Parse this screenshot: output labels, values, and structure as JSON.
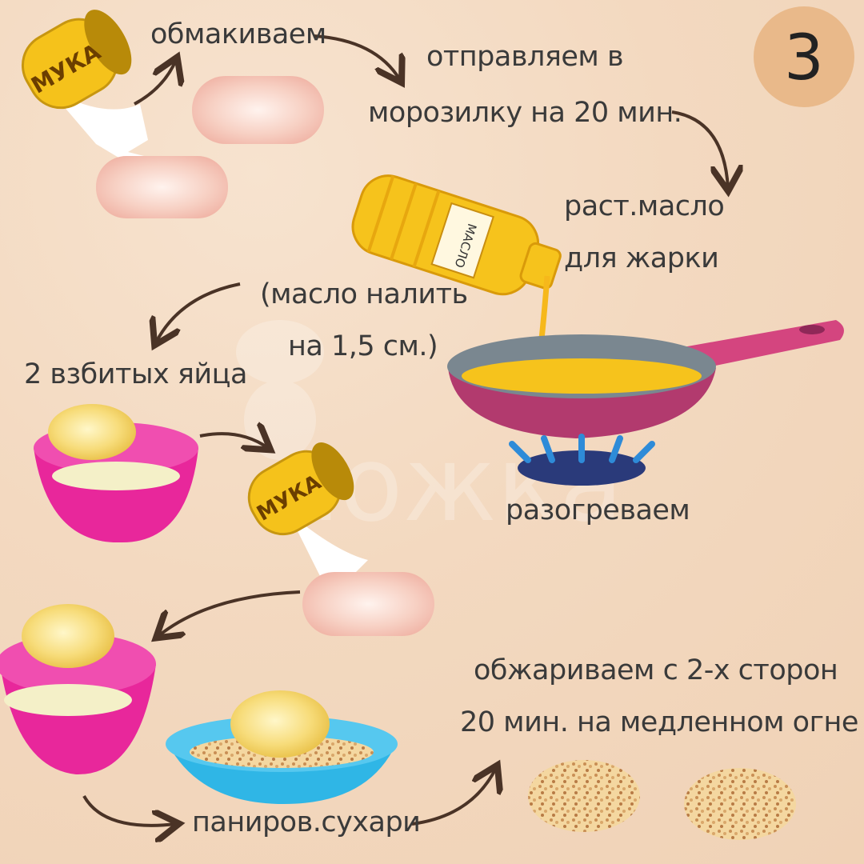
{
  "step_number": "3",
  "steps": {
    "dip": "обмакиваем",
    "freeze_line1": "отправляем в",
    "freeze_line2": "морозилку на 20 мин.",
    "oil_line1": "раст.масло",
    "oil_line2": "для жарки",
    "oil_note_line1": "(масло налить",
    "oil_note_line2": "на 1,5 см.)",
    "eggs": "2 взбитых яйца",
    "heat": "разогреваем",
    "fry_line1": "обжариваем с 2-х сторон",
    "fry_line2": "20 мин. на медленном огне",
    "breadcrumbs": "паниров.сухари"
  },
  "objects": {
    "flour_label": "МУКА",
    "oil_bottle_label": "МАСЛО",
    "watermark": "ложка"
  },
  "colors": {
    "background": "#f3d9c0",
    "badge": "#e9b98a",
    "text": "#3a3a3a",
    "arrow": "#4a3326",
    "flour_yellow": "#f5c21b",
    "bowl_pink": "#e8279b",
    "plate_blue": "#2fb6e6",
    "pan": "#b23a6e",
    "oil": "#f6c31c"
  }
}
